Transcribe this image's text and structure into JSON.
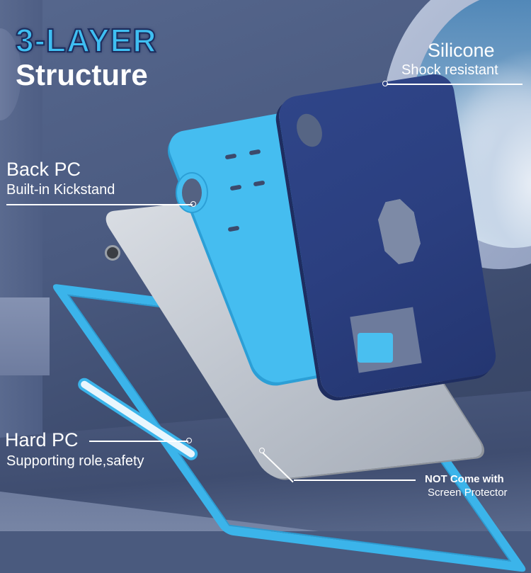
{
  "title": {
    "line1": "3-LAYER",
    "line2": "Structure"
  },
  "callouts": {
    "silicone": {
      "title": "Silicone",
      "subtitle": "Shock resistant"
    },
    "back_pc": {
      "title": "Back PC",
      "subtitle": "Built-in Kickstand"
    },
    "hard_pc": {
      "title": "Hard PC",
      "subtitle": "Supporting role,safety"
    },
    "screen_protector_note": {
      "title": "NOT Come with",
      "subtitle": "Screen Protector"
    }
  },
  "colors": {
    "title_accent": "#3fbff2",
    "title_outline": "#1d2c5c",
    "silicone_navy": "#2b3f80",
    "pc_light_blue": "#45bdf0",
    "background": "#4a5a7e",
    "text": "#ffffff"
  }
}
